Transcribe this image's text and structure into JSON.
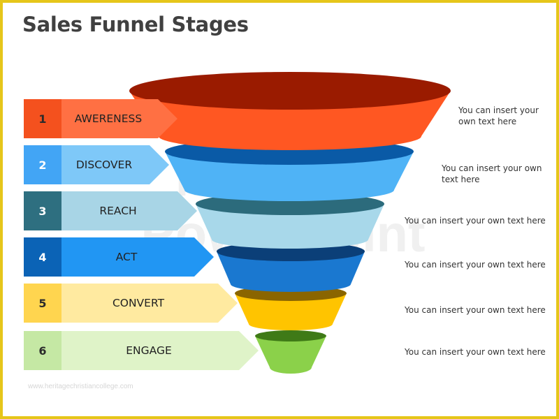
{
  "title": "Sales Funnel Stages",
  "watermark": [
    "Made for",
    "PowerPoint"
  ],
  "credit": "www.heritagechristiancollege.com",
  "stages": [
    {
      "number": "1",
      "label": "AWERENESS",
      "note_lines": [
        "You can insert your",
        "own text here"
      ],
      "box_color": "#f4511e",
      "number_color": "#2b2b2b",
      "arrow_color": "#ff7043",
      "funnel_side": "#ff5722",
      "funnel_top": "#9a1b00"
    },
    {
      "number": "2",
      "label": "DISCOVER",
      "note_lines": [
        "You can insert your own",
        "text here"
      ],
      "box_color": "#42a5f5",
      "number_color": "#ffffff",
      "arrow_color": "#7ec8f8",
      "funnel_side": "#4fb3f6",
      "funnel_top": "#0a5aa6"
    },
    {
      "number": "3",
      "label": "REACH",
      "note_lines": [
        "You can insert your own text here"
      ],
      "box_color": "#2e6f80",
      "number_color": "#ffffff",
      "arrow_color": "#a8d5e6",
      "funnel_side": "#a8d8ea",
      "funnel_top": "#2c6b7c"
    },
    {
      "number": "4",
      "label": "ACT",
      "note_lines": [
        "You can insert your own text here"
      ],
      "box_color": "#0b63b6",
      "number_color": "#ffffff",
      "arrow_color": "#2196f3",
      "funnel_side": "#1a78d0",
      "funnel_top": "#0b3f78"
    },
    {
      "number": "5",
      "label": "CONVERT",
      "note_lines": [
        "You can insert your own text here"
      ],
      "box_color": "#ffd54f",
      "number_color": "#2b2b2b",
      "arrow_color": "#ffeaa0",
      "funnel_side": "#ffc400",
      "funnel_top": "#8a6500"
    },
    {
      "number": "6",
      "label": "ENGAGE",
      "note_lines": [
        "You can insert your own text here"
      ],
      "box_color": "#c5e8a4",
      "number_color": "#2b2b2b",
      "arrow_color": "#dff3c8",
      "funnel_side": "#8bd14a",
      "funnel_top": "#3f7a17"
    }
  ]
}
